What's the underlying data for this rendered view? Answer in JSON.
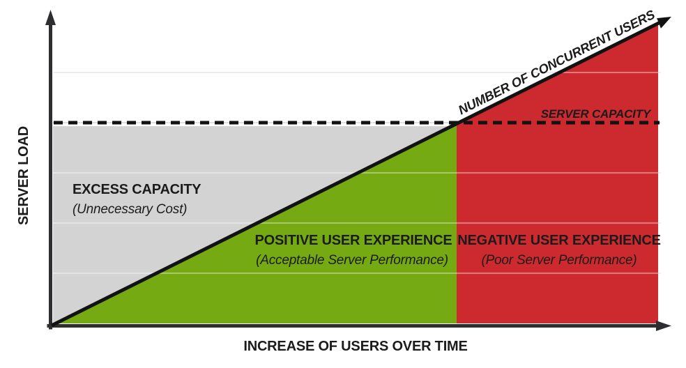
{
  "page": {
    "background": "#FFFFFF"
  },
  "chart": {
    "y_axis_label": "SERVER LOAD",
    "x_axis_label": "INCREASE OF USERS OVER TIME",
    "line_label": "NUMBER OF CONCURRENT USERS",
    "capacity_label": "SERVER CAPACITY",
    "regions": {
      "excess": {
        "label": "EXCESS CAPACITY",
        "sublabel": "(Unnecessary Cost)"
      },
      "positive": {
        "label": "POSITIVE USER EXPERIENCE",
        "sublabel": "(Acceptable Server Performance)"
      },
      "negative": {
        "label": "NEGATIVE USER EXPERIENCE",
        "sublabel": "(Poor Server Performance)"
      }
    },
    "colors": {
      "excess_region": "#D3D3D3",
      "positive_region": "#75AA12",
      "negative_region": "#CC2A2E",
      "axis": "#2E2E30",
      "line": "#121212",
      "grid": "#E0E0E0",
      "text": "#1B1B1B"
    }
  },
  "chart_data": {
    "type": "area",
    "title": "",
    "xlabel": "INCREASE OF USERS OVER TIME",
    "ylabel": "SERVER LOAD",
    "axes_quantitative": false,
    "x_range_normalized": [
      0,
      1
    ],
    "y_range_normalized": [
      0,
      1
    ],
    "grid": "5 horizontal gridlines, evenly spaced",
    "legend_position": "none",
    "series": [
      {
        "name": "NUMBER OF CONCURRENT USERS",
        "type": "line",
        "style": "solid, black, arrowhead at end",
        "x": [
          0,
          1
        ],
        "y": [
          0,
          1
        ]
      }
    ],
    "reference_lines": [
      {
        "name": "SERVER CAPACITY",
        "axis": "y",
        "value_normalized": 0.67,
        "style": "dashed, black, horizontal"
      }
    ],
    "capacity_crossing_x_normalized": 0.67,
    "regions": [
      {
        "label": "EXCESS CAPACITY",
        "sublabel": "(Unnecessary Cost)",
        "color": "#D3D3D3",
        "bounds": "above users line, below server capacity line"
      },
      {
        "label": "POSITIVE USER EXPERIENCE",
        "sublabel": "(Acceptable Server Performance)",
        "color": "#75AA12",
        "bounds": "below users line, left of capacity crossing"
      },
      {
        "label": "NEGATIVE USER EXPERIENCE",
        "sublabel": "(Poor Server Performance)",
        "color": "#CC2A2E",
        "bounds": "below users line, right of capacity crossing"
      }
    ]
  }
}
